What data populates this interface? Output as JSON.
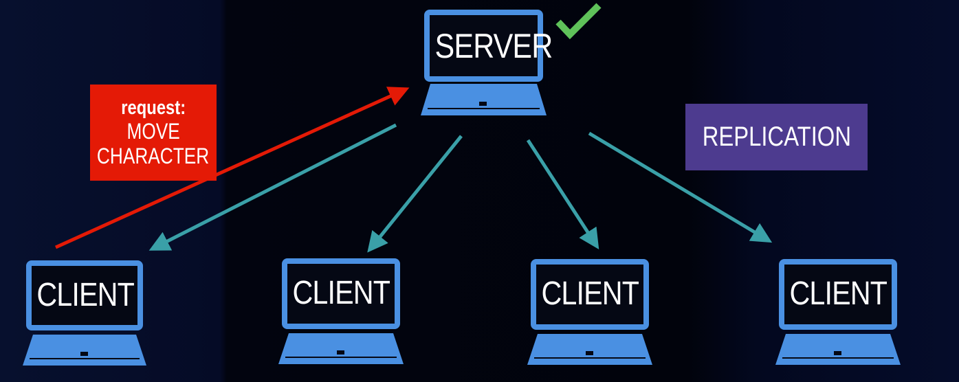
{
  "server": {
    "label": "SERVER",
    "status_icon": "check-icon",
    "status_color": "#5fc25a"
  },
  "clients": [
    {
      "label": "CLIENT"
    },
    {
      "label": "CLIENT"
    },
    {
      "label": "CLIENT"
    },
    {
      "label": "CLIENT"
    }
  ],
  "request_box": {
    "line1": "request:",
    "line2": "MOVE",
    "line3": "CHARACTER",
    "color": "#e41a06"
  },
  "replication_box": {
    "label": "REPLICATION",
    "color": "#4d3b8f"
  },
  "colors": {
    "laptop_blue": "#4a90e2",
    "screen_dark": "#050814",
    "arrow_request": "#e41a06",
    "arrow_replication": "#3aa0a8"
  }
}
